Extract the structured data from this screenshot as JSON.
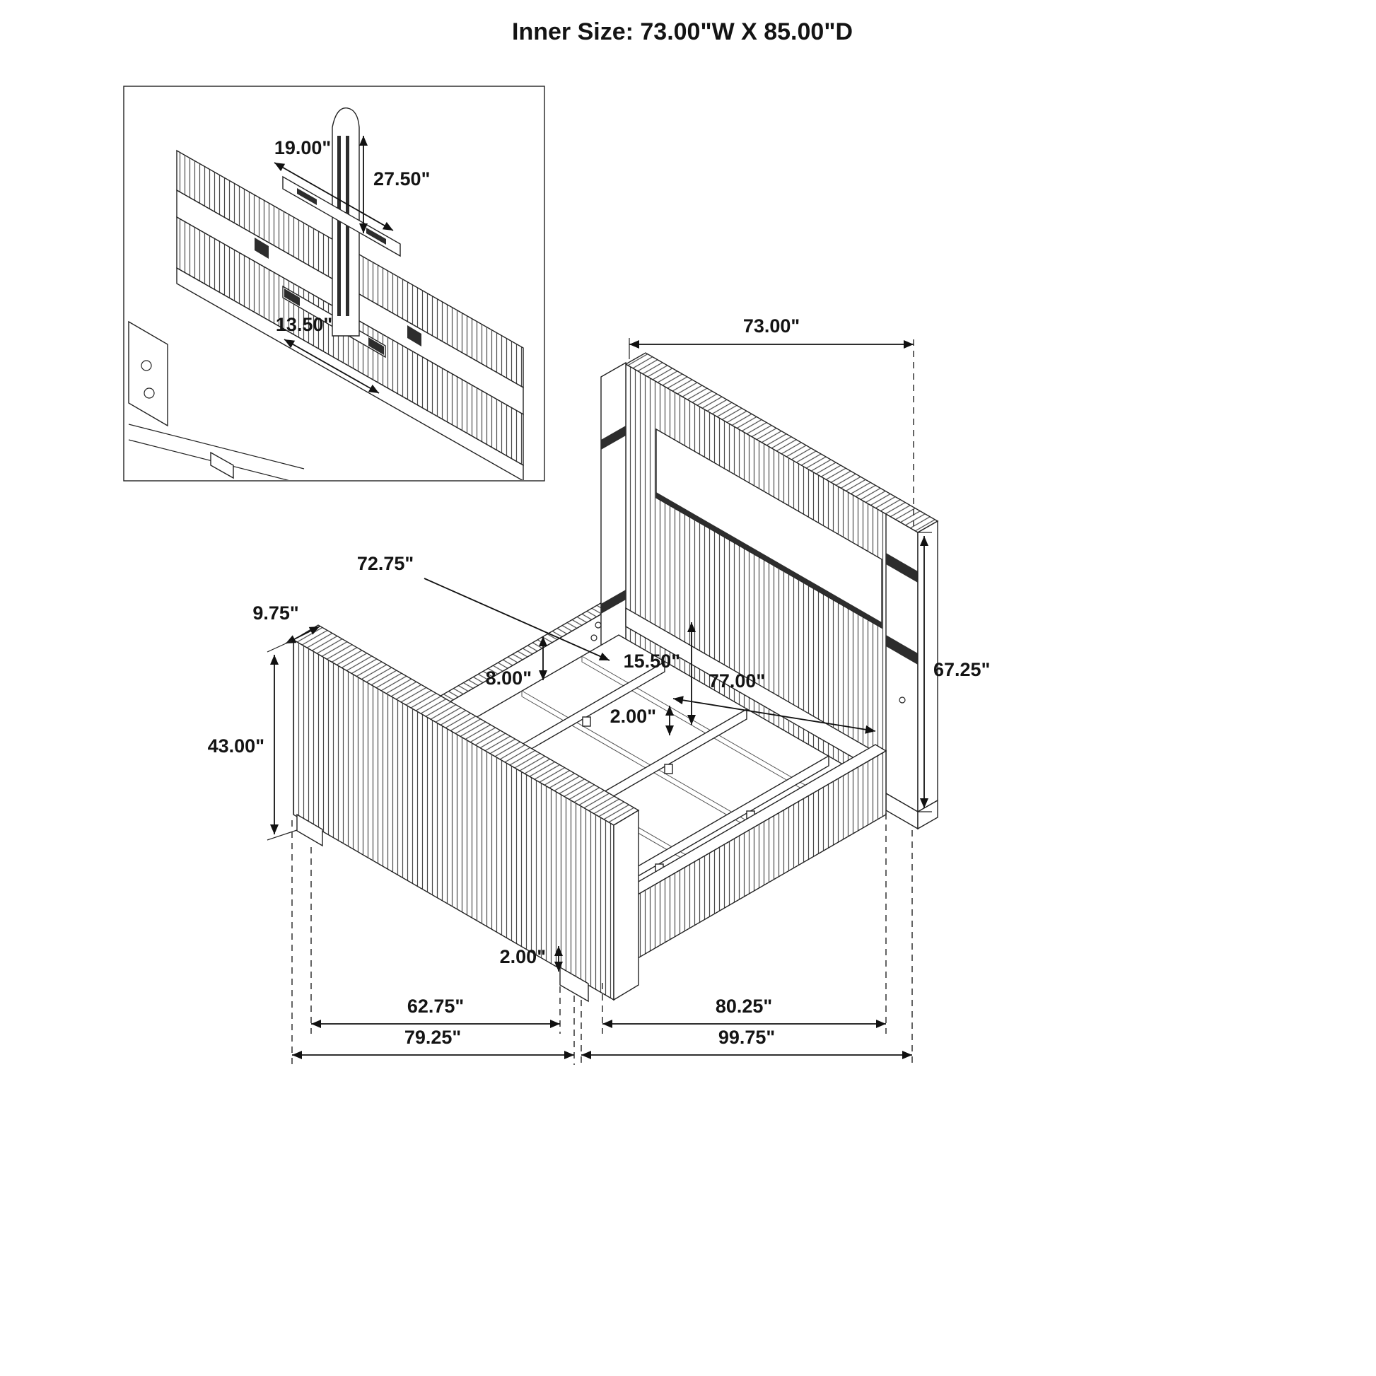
{
  "title": "Inner Size: 73.00\"W X 85.00\"D",
  "colors": {
    "ink": "#1c1c1c",
    "background": "#ffffff"
  },
  "inset": {
    "bracket_width": "19.00\"",
    "mount_height": "27.50\"",
    "support_bar_length": "13.50\""
  },
  "bed": {
    "headboard_width": "73.00\"",
    "headboard_height": "67.25\"",
    "inner_width": "72.75\"",
    "footboard_thickness": "9.75\"",
    "footboard_height": "43.00\"",
    "panel_to_slat_height": "15.50\"",
    "side_rail_height": "8.00\"",
    "inner_length": "77.00\"",
    "slat_thickness": "2.00\"",
    "leg_height": "2.00\"",
    "footboard_leg_span": "62.75\"",
    "rail_to_headboard_span": "80.25\"",
    "footboard_overall_width": "79.25\"",
    "overall_depth": "99.75\""
  }
}
